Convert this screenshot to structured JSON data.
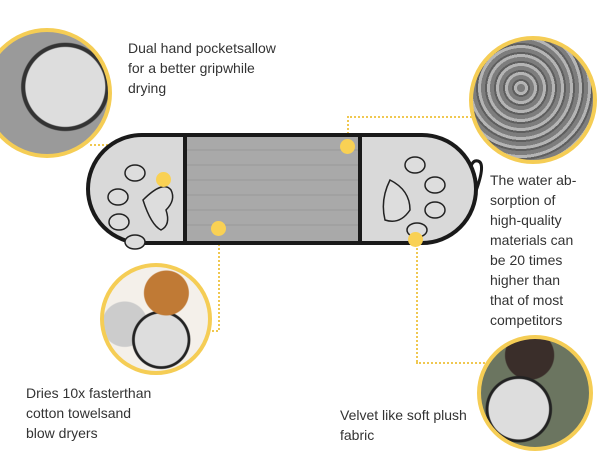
{
  "callouts": {
    "grip": "Dual hand pocketsallow\nfor a better gripwhile\ndrying",
    "absorption": "The water ab-\nsorption of\nhigh-quality\nmaterials can\nbe 20 times\nhigher than\nthat of most\ncompetitors",
    "dries": "Dries 10x fasterthan\ncotton towelsand\nblow dryers",
    "velvet": "Velvet like soft plush\nfabric"
  },
  "colors": {
    "accent": "#f5cd55",
    "towel_gray": "#bdbdbd",
    "trim": "#1a1a1a"
  }
}
